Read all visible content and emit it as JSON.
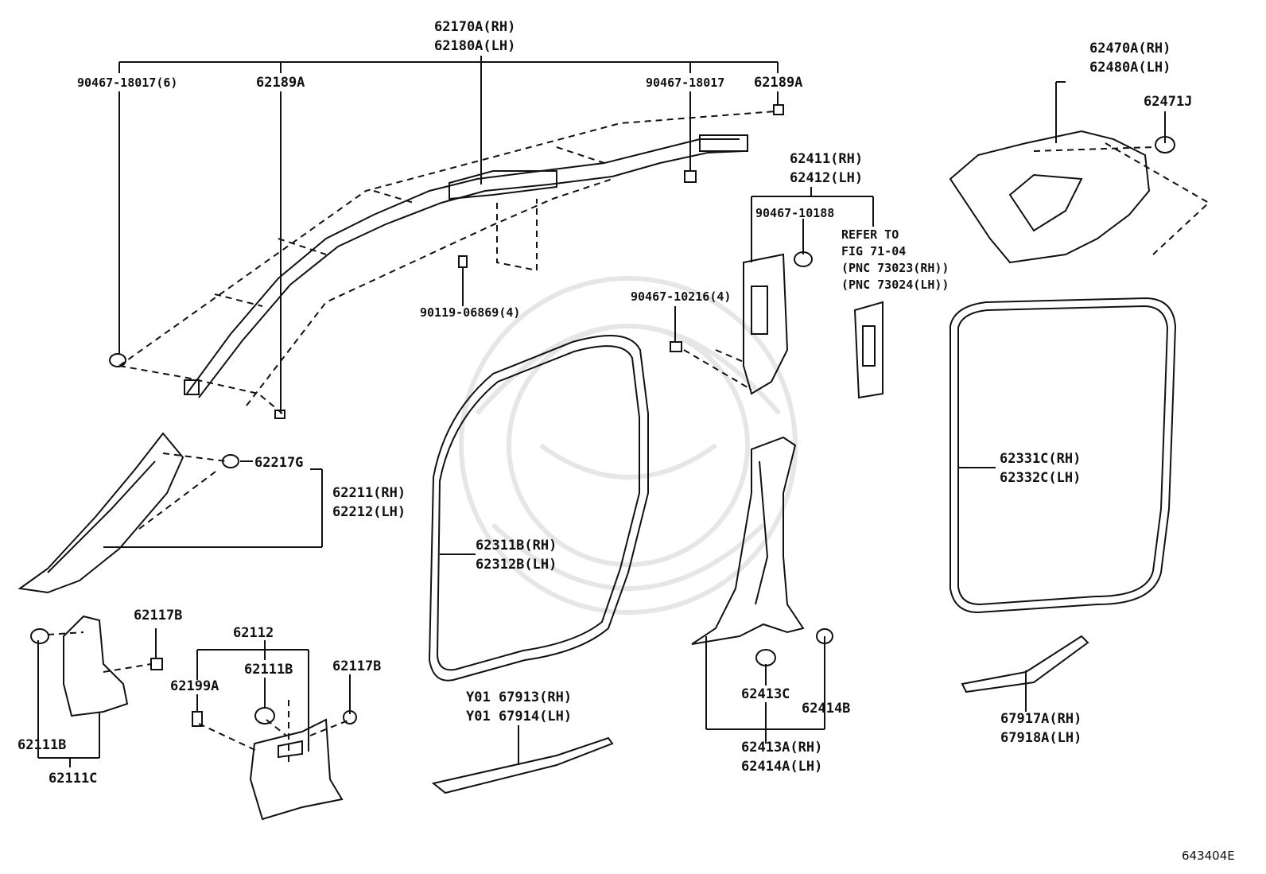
{
  "labels": {
    "p62170a": "62170A(RH)",
    "p62180a": "62180A(LH)",
    "p90467_18017_6": "90467-18017(6)",
    "p62189a_left": "62189A",
    "p90467_18017": "90467-18017",
    "p62189a_right": "62189A",
    "p90119_06869": "90119-06869(4)",
    "p62470a": "62470A(RH)",
    "p62480a": "62480A(LH)",
    "p62471j": "62471J",
    "p62411": "62411(RH)",
    "p62412": "62412(LH)",
    "p90467_10188": "90467-10188",
    "refer_line1": "REFER TO",
    "refer_line2": "FIG 71-04",
    "refer_line3": "(PNC 73023(RH))",
    "refer_line4": "(PNC 73024(LH))",
    "p90467_10216": "90467-10216(4)",
    "p62217g": "62217G",
    "p62211": "62211(RH)",
    "p62212": "62212(LH)",
    "p62311b": "62311B(RH)",
    "p62312b": "62312B(LH)",
    "p62331c": "62331C(RH)",
    "p62332c": "62332C(LH)",
    "p62117b_left": "62117B",
    "p62112": "62112",
    "p62111b_mid": "62111B",
    "p62117b_right": "62117B",
    "p62199a": "62199A",
    "p62111b_left": "62111B",
    "p62111c": "62111C",
    "y01_67913": "Y01 67913(RH)",
    "y01_67914": "Y01 67914(LH)",
    "p62413c": "62413C",
    "p62414b": "62414B",
    "p62413a": "62413A(RH)",
    "p62414a": "62414A(LH)",
    "p67917a": "67917A(RH)",
    "p67918a": "67918A(LH)",
    "diagram_id": "643404E"
  },
  "colors": {
    "ink": "#111111",
    "background": "#ffffff",
    "watermark": "#e6e6e6"
  }
}
